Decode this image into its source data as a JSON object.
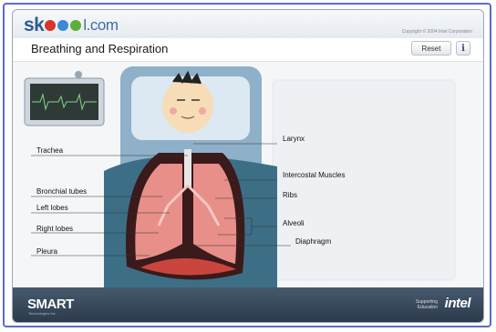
{
  "app": {
    "logo_prefix": "sk",
    "logo_suffix": "l.com",
    "copyright": "Copyright © 2004 Intel Corporation",
    "title": "Breathing and Respiration"
  },
  "toolbar": {
    "reset_label": "Reset",
    "info_label": "i"
  },
  "diagram": {
    "labels": {
      "trachea": "Trachea",
      "bronchial_tubes": "Bronchial tubes",
      "left_lobes": "Left lobes",
      "right_lobes": "Right lobes",
      "pleura": "Pleura",
      "larynx": "Larynx",
      "intercostal_muscles": "Intercostal Muscles",
      "ribs": "Ribs",
      "alveoli": "Alveoli",
      "diaphragm": "Diaphragm"
    }
  },
  "footer": {
    "smart_logo": "SMART",
    "smart_tagline": "Technologies Inc.",
    "supporting_text": "Supporting Education",
    "intel_logo": "intel"
  },
  "colors": {
    "frame": "#5a6cc8",
    "footer": "#34465a",
    "lung": "#e88f8a",
    "bed": "#8fb0c9"
  }
}
